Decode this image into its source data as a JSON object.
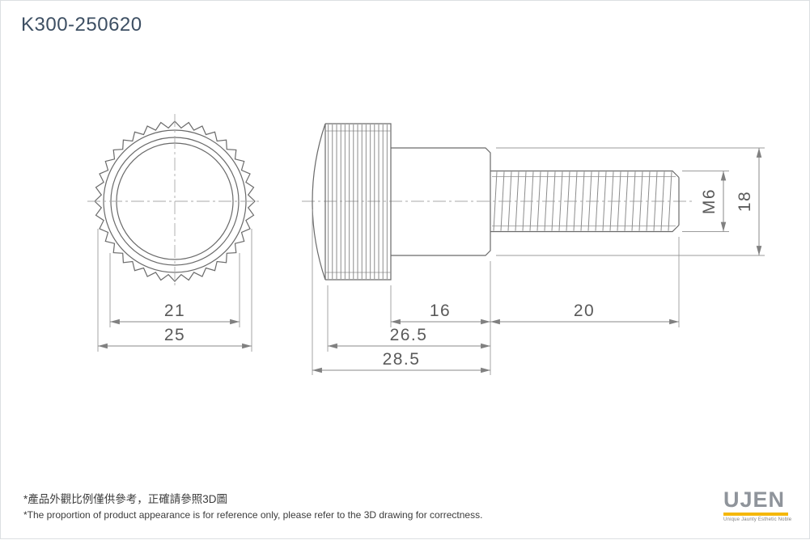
{
  "page": {
    "title": "K300-250620"
  },
  "views": {
    "front": {
      "dim_inner": "21",
      "dim_outer": "25"
    },
    "side": {
      "dim_collar_len": "16",
      "dim_thread_len": "20",
      "dim_body_len": "26.5",
      "dim_total_len": "28.5",
      "dim_thread": "M6",
      "dim_collar_dia": "18"
    }
  },
  "footer": {
    "note_zh": "*產品外觀比例僅供參考，正確請參照3D圖",
    "note_en": "*The proportion of product appearance is for reference only, please refer to the 3D drawing for correctness."
  },
  "logo": {
    "name": "UJEN",
    "tagline": "Unique Jaunty Esthetic Noble",
    "accent_color": "#f5b70a"
  },
  "colors": {
    "outline": "#6a6a6a",
    "dimension": "#8a8a8a",
    "title": "#3d4f63"
  }
}
